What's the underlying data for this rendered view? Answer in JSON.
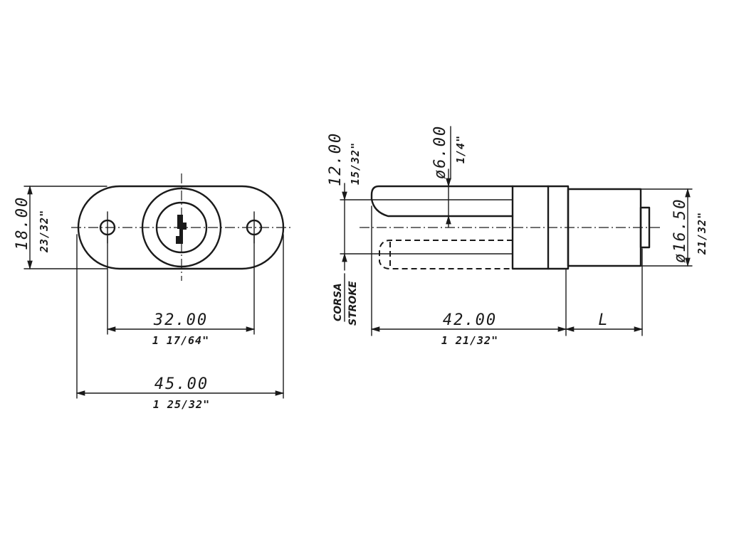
{
  "front_view": {
    "height_mm": "18.00",
    "height_in": "23/32\"",
    "hole_spacing_mm": "32.00",
    "hole_spacing_in": "1 17/64\"",
    "width_mm": "45.00",
    "width_in": "1 25/32\""
  },
  "side_view": {
    "stroke_mm": "12.00",
    "stroke_in": "15/32\"",
    "pin_diameter_mm": "ø6.00",
    "pin_diameter_in": "1/4\"",
    "body_diameter_mm": "ø16.50",
    "body_diameter_in": "21/32\"",
    "length_mm": "42.00",
    "length_in": "1 21/32\"",
    "variable_length": "L",
    "stroke_label_it": "CORSA",
    "stroke_label_en": "STROKE"
  }
}
